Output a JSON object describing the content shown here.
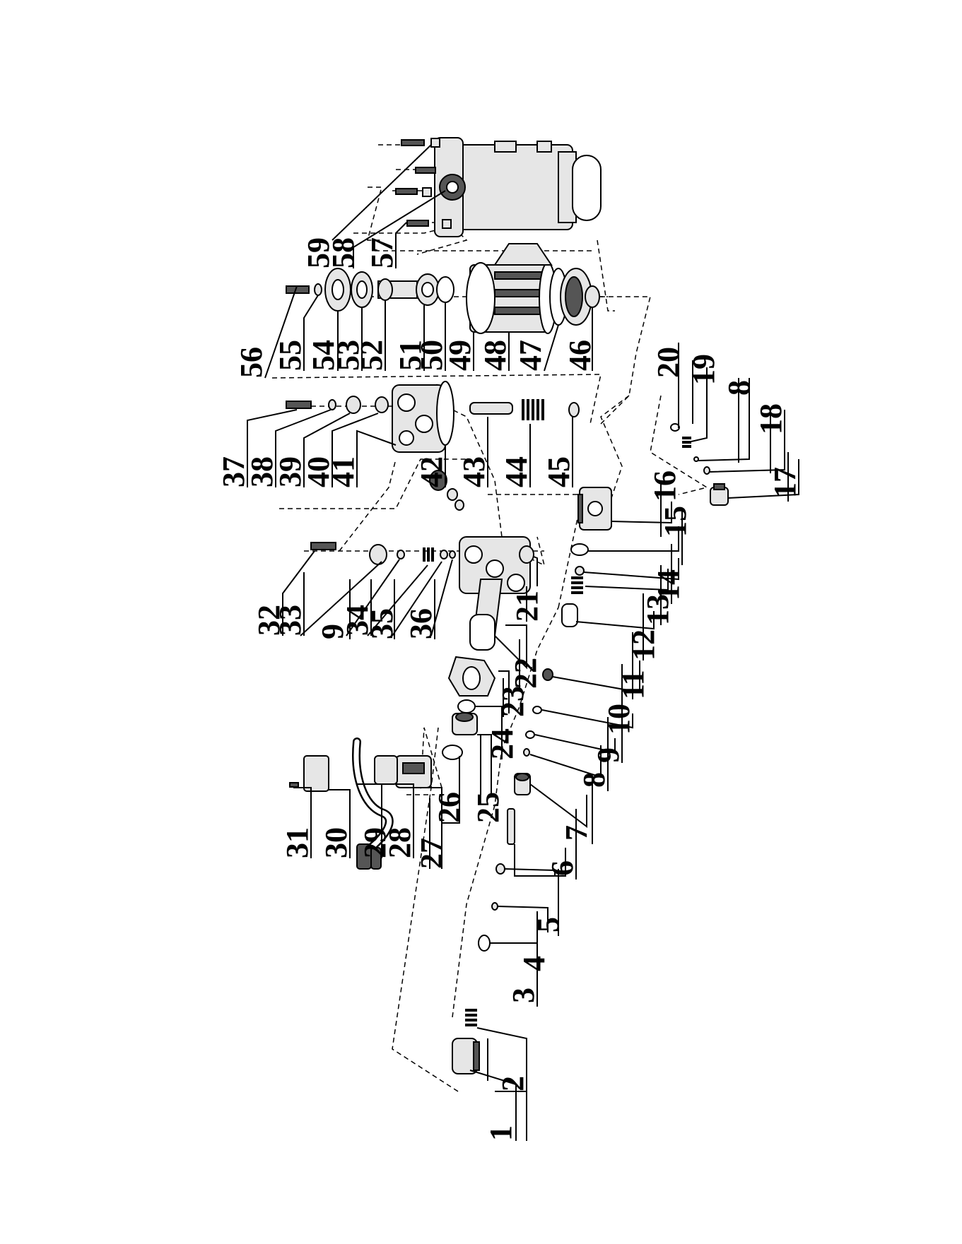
{
  "labels": [
    "1",
    "2",
    "3",
    "4",
    "5",
    "6",
    "7",
    "8",
    "9",
    "10",
    "11",
    "12",
    "13",
    "14",
    "15",
    "16",
    "17",
    "18",
    "8",
    "19",
    "20",
    "21",
    "22",
    "23",
    "24",
    "25",
    "26",
    "27",
    "28",
    "29",
    "30",
    "31",
    "32",
    "33",
    "9",
    "34",
    "35",
    "36",
    "37",
    "38",
    "39",
    "40",
    "41",
    "42",
    "43",
    "44",
    "45",
    "56",
    "55",
    "54",
    "53",
    "52",
    "51",
    "50",
    "49",
    "48",
    "47",
    "46",
    "59",
    "58",
    "57"
  ]
}
